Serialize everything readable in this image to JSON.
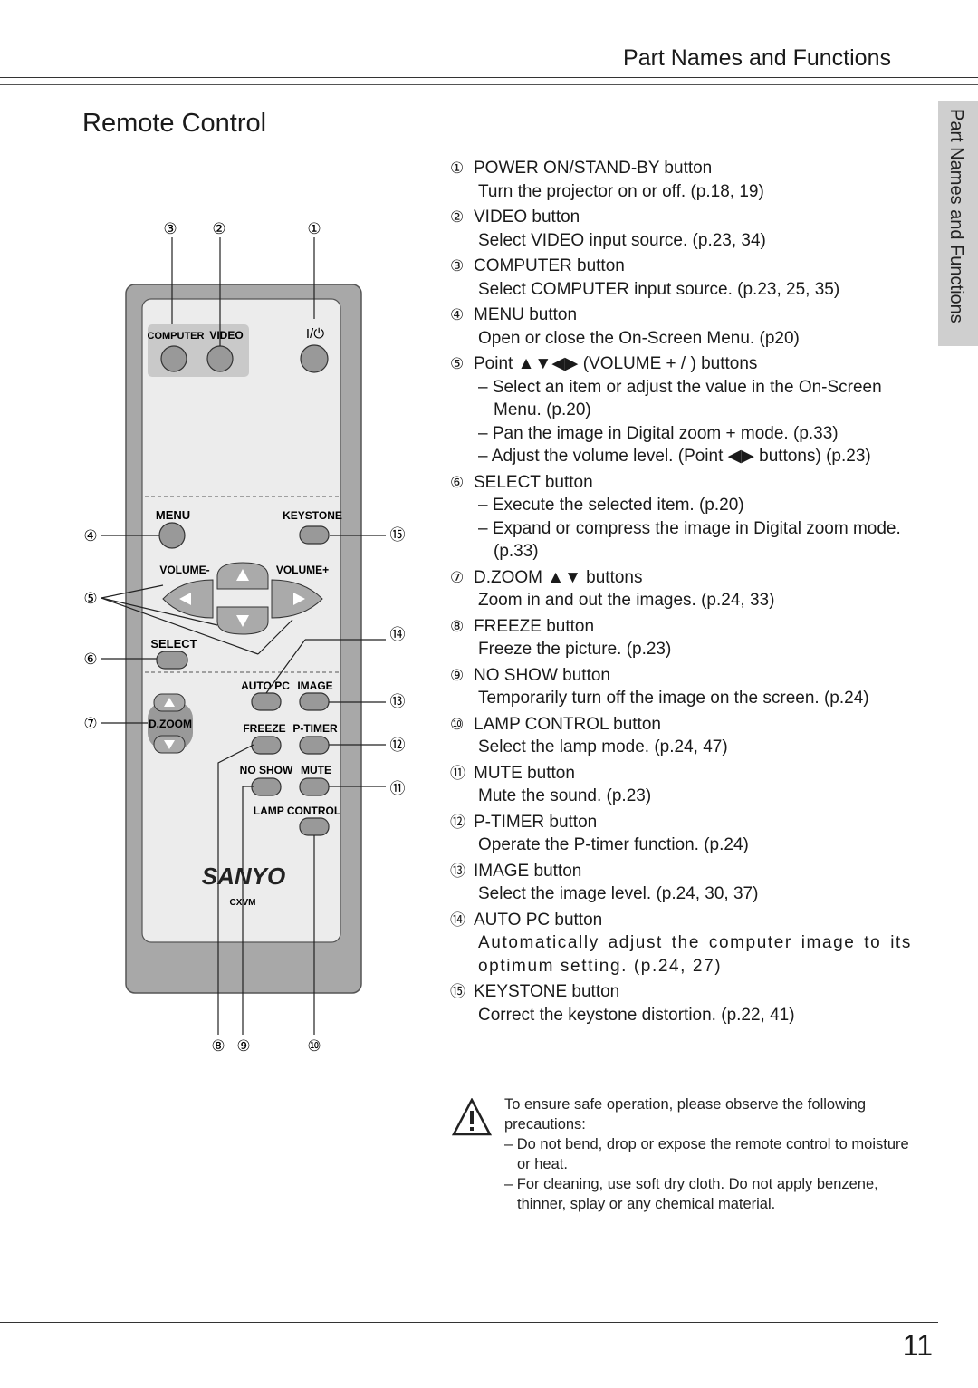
{
  "header": {
    "section_title": "Part Names and Functions"
  },
  "side_tab": {
    "label": "Part Names and Functions"
  },
  "page": {
    "title": "Remote Control",
    "number": "11"
  },
  "remote": {
    "labels": {
      "computer": "COMPUTER",
      "video": "VIDEO",
      "power": "I/⏻",
      "menu": "MENU",
      "keystone": "KEYSTONE",
      "volume_minus": "VOLUME-",
      "volume_plus": "VOLUME+",
      "select": "SELECT",
      "auto_pc": "AUTO PC",
      "image": "IMAGE",
      "dzoom": "D.ZOOM",
      "freeze": "FREEZE",
      "p_timer": "P-TIMER",
      "no_show": "NO SHOW",
      "mute": "MUTE",
      "lamp_control": "LAMP CONTROL",
      "brand": "SANYO",
      "model": "CXVM"
    },
    "callouts": {
      "c1": "①",
      "c2": "②",
      "c3": "③",
      "c4": "④",
      "c5": "⑤",
      "c6": "⑥",
      "c7": "⑦",
      "c8": "⑧",
      "c9": "⑨",
      "c10": "⑩",
      "c11": "⑪",
      "c12": "⑫",
      "c13": "⑬",
      "c14": "⑭",
      "c15": "⑮"
    }
  },
  "items": [
    {
      "num": "①",
      "name": "POWER ON/STAND-BY button",
      "desc": "Turn the projector on or off. (p.18, 19)"
    },
    {
      "num": "②",
      "name": "VIDEO button",
      "desc": "Select VIDEO input source. (p.23, 34)"
    },
    {
      "num": "③",
      "name": "COMPUTER button",
      "desc": "Select COMPUTER input source. (p.23, 25, 35)"
    },
    {
      "num": "④",
      "name": "MENU button",
      "desc": "Open or close the On-Screen Menu. (p20)"
    },
    {
      "num": "⑤",
      "name": "Point ▲▼◀▶ (VOLUME + /  ) buttons",
      "subs": [
        "– Select an item or adjust the value in the On-Screen Menu. (p.20)",
        "– Pan the image in Digital zoom + mode. (p.33)",
        "– Adjust the volume level. (Point ◀▶ buttons) (p.23)"
      ]
    },
    {
      "num": "⑥",
      "name": "SELECT button",
      "subs": [
        "– Execute the selected item. (p.20)",
        "– Expand or compress the image in Digital zoom mode. (p.33)"
      ]
    },
    {
      "num": "⑦",
      "name": "D.ZOOM ▲▼ buttons",
      "desc": "Zoom in and out the images. (p.24, 33)"
    },
    {
      "num": "⑧",
      "name": "FREEZE button",
      "desc": "Freeze the picture. (p.23)"
    },
    {
      "num": "⑨",
      "name": "NO SHOW button",
      "desc": "Temporarily turn off the image on the screen. (p.24)"
    },
    {
      "num": "⑩",
      "name": "LAMP CONTROL button",
      "desc": "Select the lamp mode. (p.24, 47)"
    },
    {
      "num": "⑪",
      "name": "MUTE button",
      "desc": "Mute the sound. (p.23)"
    },
    {
      "num": "⑫",
      "name": "P-TIMER button",
      "desc": "Operate the P-timer function. (p.24)"
    },
    {
      "num": "⑬",
      "name": "IMAGE button",
      "desc": "Select the image level. (p.24, 30, 37)"
    },
    {
      "num": "⑭",
      "name": "AUTO PC button",
      "desc": "Automatically adjust the computer image to its optimum setting. (p.24, 27)"
    },
    {
      "num": "⑮",
      "name": "KEYSTONE button",
      "desc": "Correct the keystone distortion. (p.22, 41)"
    }
  ],
  "warning": {
    "intro": "To ensure safe operation, please observe the following precautions:",
    "bullets": [
      "– Do not bend, drop or expose the remote control to moisture or heat.",
      "– For cleaning, use soft dry cloth. Do not apply benzene, thinner, splay or any chemical material."
    ]
  }
}
